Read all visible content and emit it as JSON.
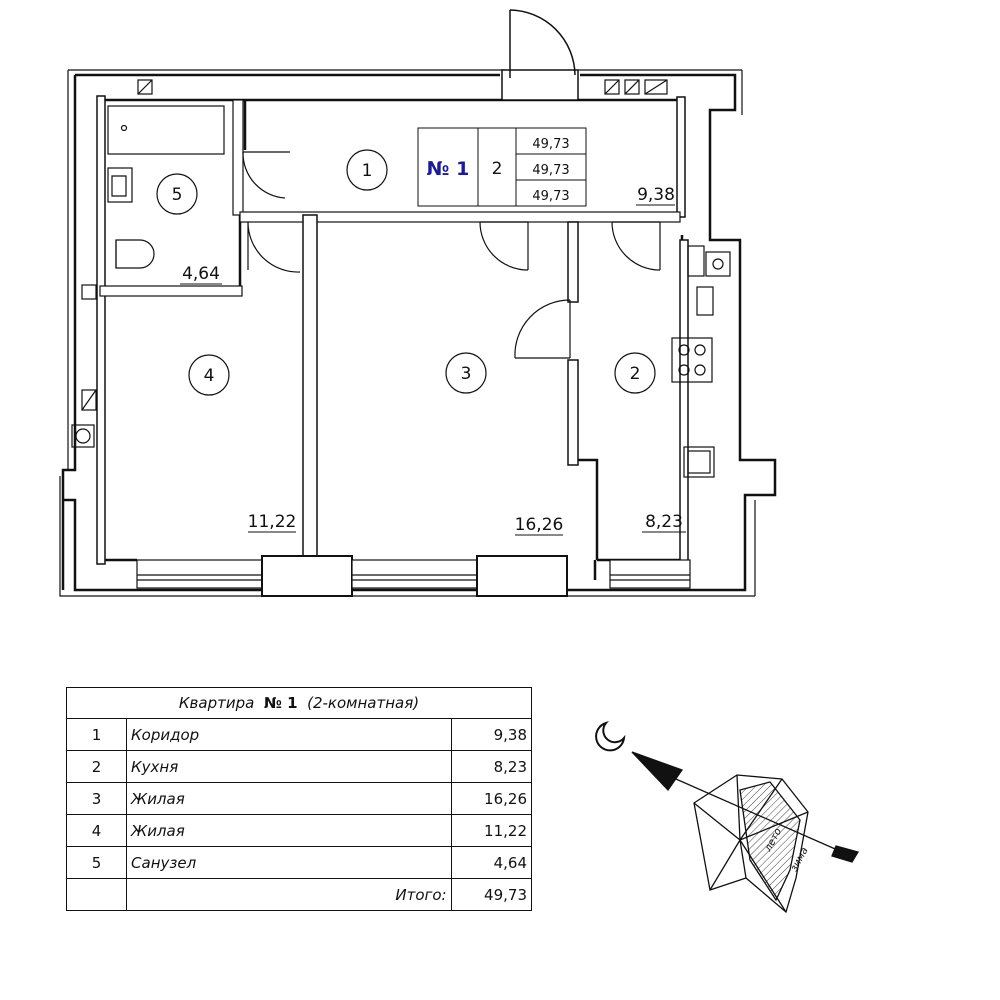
{
  "apartment_label": "№ 1",
  "rooms_count": "2",
  "area_values": [
    "49,73",
    "49,73",
    "49,73"
  ],
  "rooms": [
    {
      "num": "1",
      "area": "9,38"
    },
    {
      "num": "2",
      "area": "8,23"
    },
    {
      "num": "3",
      "area": "16,26"
    },
    {
      "num": "4",
      "area": "11,22"
    },
    {
      "num": "5",
      "area": "4,64"
    }
  ],
  "legend": {
    "title_prefix": "Квартира",
    "title_number": "№ 1",
    "title_suffix": "(2-комнатная)",
    "rows": [
      {
        "num": "1",
        "name": "Коридор",
        "area": "9,38"
      },
      {
        "num": "2",
        "name": "Кухня",
        "area": "8,23"
      },
      {
        "num": "3",
        "name": "Жилая",
        "area": "16,26"
      },
      {
        "num": "4",
        "name": "Жилая",
        "area": "11,22"
      },
      {
        "num": "5",
        "name": "Санузел",
        "area": "4,64"
      }
    ],
    "total_label": "Итого:",
    "total_value": "49,73"
  },
  "wind_rose": {
    "summer_label": "лето",
    "winter_label": "зима"
  }
}
